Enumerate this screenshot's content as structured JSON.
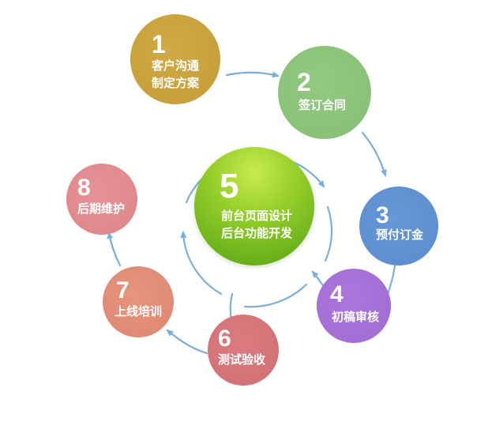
{
  "diagram": {
    "type": "cycle-process",
    "colors": {
      "arrow": "#7aaedc",
      "text": "#ffffff"
    },
    "steps": [
      {
        "number": "1",
        "lines": [
          "客户沟通",
          "制定方案"
        ],
        "color": "#c9a23d"
      },
      {
        "number": "2",
        "lines": [
          "签订合同"
        ],
        "color": "#8cc47b"
      },
      {
        "number": "3",
        "lines": [
          "预付订金"
        ],
        "color": "#5e8fd2"
      },
      {
        "number": "4",
        "lines": [
          "初稿审核"
        ],
        "color": "#a56fd8"
      },
      {
        "number": "5",
        "lines": [
          "前台页面设计",
          "后台功能开发"
        ],
        "color": "#7cc021"
      },
      {
        "number": "6",
        "lines": [
          "测试验收"
        ],
        "color": "#d6757a"
      },
      {
        "number": "7",
        "lines": [
          "上线培训"
        ],
        "color": "#e08c76"
      },
      {
        "number": "8",
        "lines": [
          "后期维护"
        ],
        "color": "#e08a8e"
      }
    ],
    "flow": [
      "1→2",
      "2→3",
      "3→4",
      "4→5",
      "5→6",
      "6→7",
      "7→8"
    ]
  }
}
